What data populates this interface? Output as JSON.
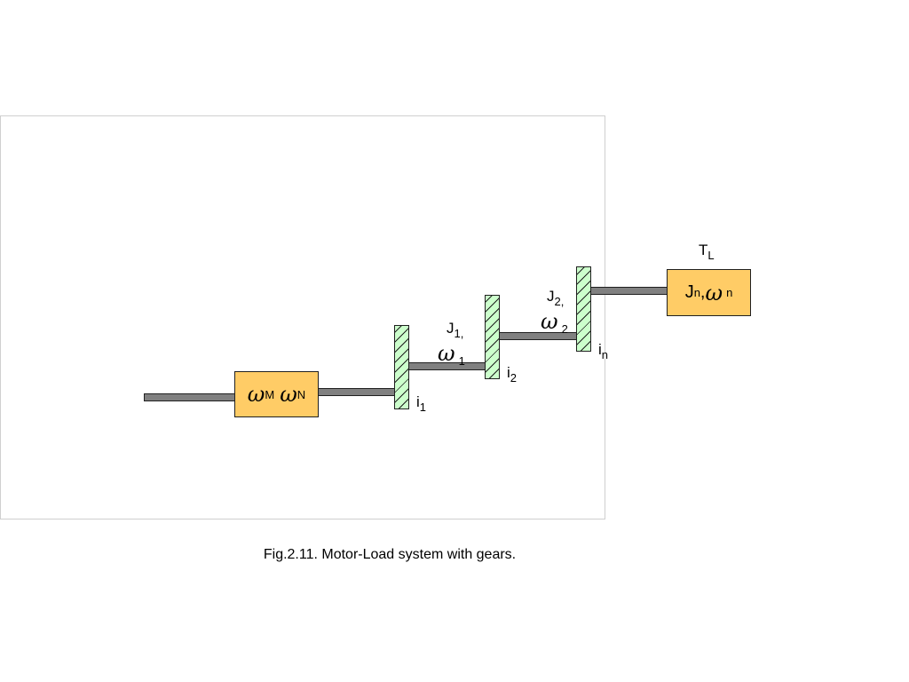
{
  "caption": "Fig.2.11. Motor-Load system with gears.",
  "motor_box": {
    "omega_1": "ω",
    "sub_1": "M",
    "omega_2": "ω",
    "sub_2": "N"
  },
  "load_box": {
    "j": "J",
    "j_sub": "n",
    "sep": ",",
    "omega": "ω",
    "omega_sub": "n"
  },
  "load_torque": {
    "base": "T",
    "sub": "L"
  },
  "stage_1": {
    "j": "J",
    "j_sub": "1,",
    "omega": "ω",
    "omega_sub": "1"
  },
  "stage_2": {
    "j": "J",
    "j_sub": "2,",
    "omega": "ω",
    "omega_sub": "2"
  },
  "gear_ratios": [
    {
      "base": "i",
      "sub": "1"
    },
    {
      "base": "i",
      "sub": "2"
    },
    {
      "base": "i",
      "sub": "n"
    }
  ],
  "colors": {
    "box_fill": "#ffcc66",
    "gear_fill": "#ccffcc",
    "shaft_fill": "#808080"
  }
}
